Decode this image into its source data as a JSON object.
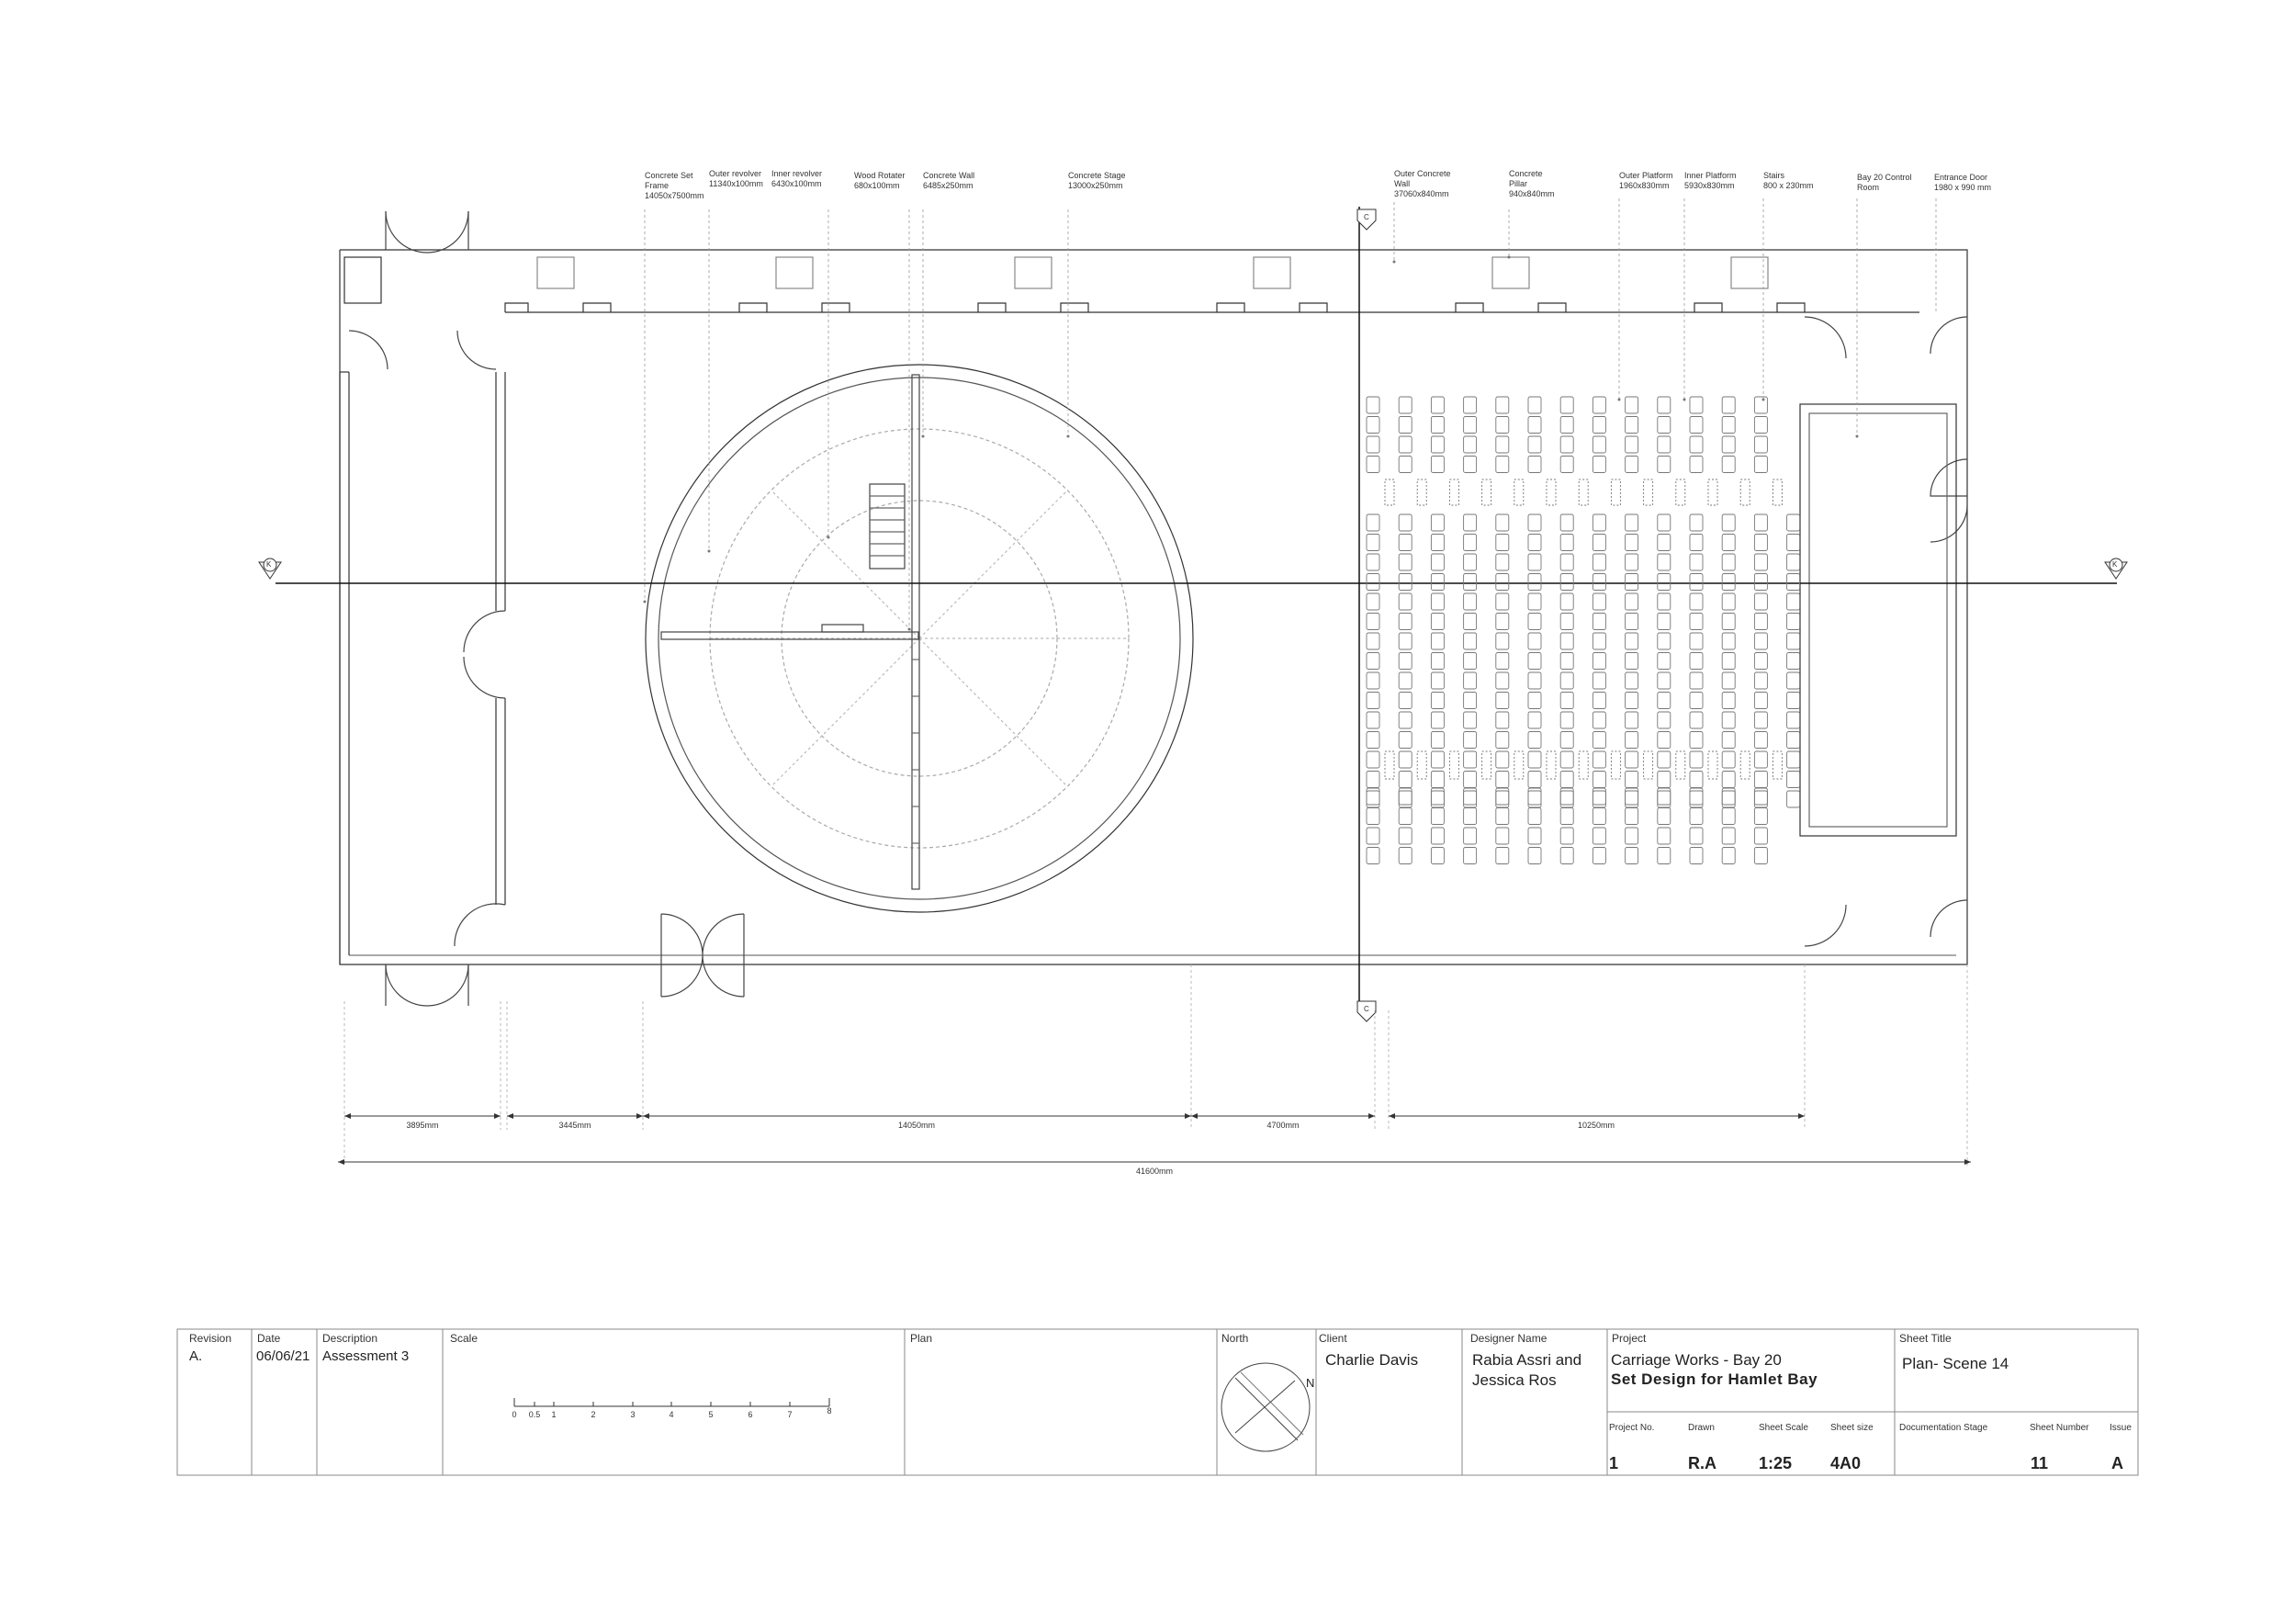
{
  "annotations": [
    {
      "id": "concrete-set-frame",
      "text": "Concrete Set\nFrame\n14050x7500mm"
    },
    {
      "id": "outer-revolver",
      "text": "Outer revolver\n11340x100mm"
    },
    {
      "id": "inner-revolver",
      "text": "Inner revolver\n6430x100mm"
    },
    {
      "id": "wood-rotater",
      "text": "Wood Rotater\n680x100mm"
    },
    {
      "id": "concrete-wall",
      "text": "Concrete Wall\n6485x250mm"
    },
    {
      "id": "concrete-stage",
      "text": "Concrete Stage\n13000x250mm"
    },
    {
      "id": "outer-concrete-wall",
      "text": "Outer Concrete\nWall\n37060x840mm"
    },
    {
      "id": "concrete-pillar",
      "text": "Concrete\nPillar\n940x840mm"
    },
    {
      "id": "outer-platform",
      "text": "Outer Platform\n1960x830mm"
    },
    {
      "id": "inner-platform",
      "text": "Inner Platform\n5930x830mm"
    },
    {
      "id": "stairs",
      "text": "Stairs\n800 x 230mm"
    },
    {
      "id": "control-room",
      "text": "Bay 20 Control\nRoom"
    },
    {
      "id": "entrance-door",
      "text": "Entrance Door\n1980 x 990 mm"
    }
  ],
  "section_marks": {
    "section": "K",
    "elevation": "C"
  },
  "dimensions": {
    "segments": [
      "3895mm",
      "3445mm",
      "14050mm",
      "4700mm",
      "10250mm"
    ],
    "overall": "41600mm"
  },
  "title_block": {
    "revision": {
      "label": "Revision",
      "value": "A."
    },
    "date": {
      "label": "Date",
      "value": "06/06/21"
    },
    "description": {
      "label": "Description",
      "value": "Assessment 3"
    },
    "scale": {
      "label": "Scale",
      "ticks": [
        "0",
        "0.5",
        "1",
        "2",
        "3",
        "4",
        "5",
        "6",
        "7",
        "8"
      ]
    },
    "plan": {
      "label": "Plan"
    },
    "north": {
      "label": "North",
      "letter": "N"
    },
    "client": {
      "label": "Client",
      "value": "Charlie Davis"
    },
    "designer": {
      "label": "Designer Name",
      "line1": "Rabia Assri and",
      "line2": "Jessica Ros"
    },
    "project": {
      "label": "Project",
      "line1": "Carriage Works - Bay 20",
      "line2": "Set Design for Hamlet Bay"
    },
    "project_no": {
      "label": "Project No.",
      "value": "1"
    },
    "drawn": {
      "label": "Drawn",
      "value": "R.A"
    },
    "sheet_scale": {
      "label": "Sheet Scale",
      "value": "1:25"
    },
    "sheet_size": {
      "label": "Sheet size",
      "value": "4A0"
    },
    "sheet_title": {
      "label": "Sheet Title",
      "value": "Plan- Scene 14"
    },
    "documentation_stage": {
      "label": "Documentation Stage"
    },
    "sheet_number": {
      "label": "Sheet Number",
      "value": "11"
    },
    "issue": {
      "label": "Issue",
      "value": "A"
    }
  }
}
